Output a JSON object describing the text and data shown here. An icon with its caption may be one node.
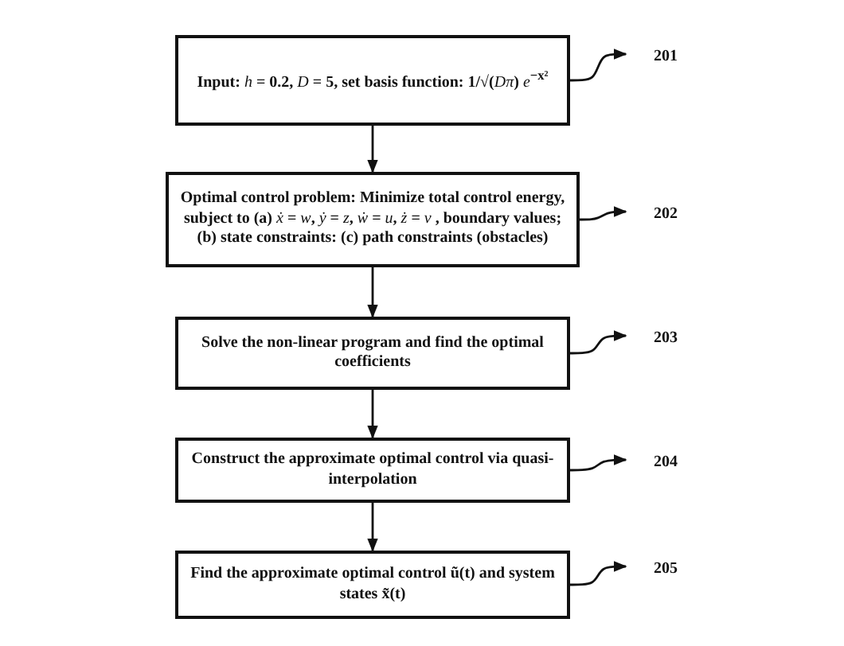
{
  "diagram": {
    "nodes": [
      {
        "text": [
          "Input: *h* = 0.2, *D* = 5, set basis function: 1/√(*Dπ*) *e*$^{−x²}$"
        ]
      },
      {
        "text": [
          "Optimal control problem: Minimize total control energy, subject to (a) *ẋ* = *w*, *ẏ* = *z*, *ẇ* = *u*, *ż* = *v* , boundary values; (b) state constraints: (c) path constraints (obstacles)"
        ]
      },
      {
        "text": [
          "Solve the non-linear program and find the optimal coefficients"
        ]
      },
      {
        "text": [
          "Construct the approximate optimal control via quasi-interpolation"
        ]
      },
      {
        "text": [
          "Find the approximate optimal control ũ(t) and system states x̃(t)"
        ]
      },
      {
        "text": [
          "201"
        ]
      },
      {
        "text": [
          "202"
        ]
      },
      {
        "text": [
          "203"
        ]
      },
      {
        "text": [
          "204"
        ]
      },
      {
        "text": [
          "205"
        ]
      }
    ],
    "edges": [
      {
        "from": 0,
        "to": 1,
        "arrow": "to"
      },
      {
        "from": 1,
        "to": 2,
        "arrow": "to"
      },
      {
        "from": 2,
        "to": 3,
        "arrow": "to"
      },
      {
        "from": 3,
        "to": 4,
        "arrow": "to"
      },
      {
        "from": 0,
        "to": 5,
        "arrow": "to"
      },
      {
        "from": 1,
        "to": 6,
        "arrow": "to"
      },
      {
        "from": 2,
        "to": 7,
        "arrow": "to"
      },
      {
        "from": 3,
        "to": 8,
        "arrow": "to"
      },
      {
        "from": 4,
        "to": 9,
        "arrow": "to"
      }
    ]
  }
}
